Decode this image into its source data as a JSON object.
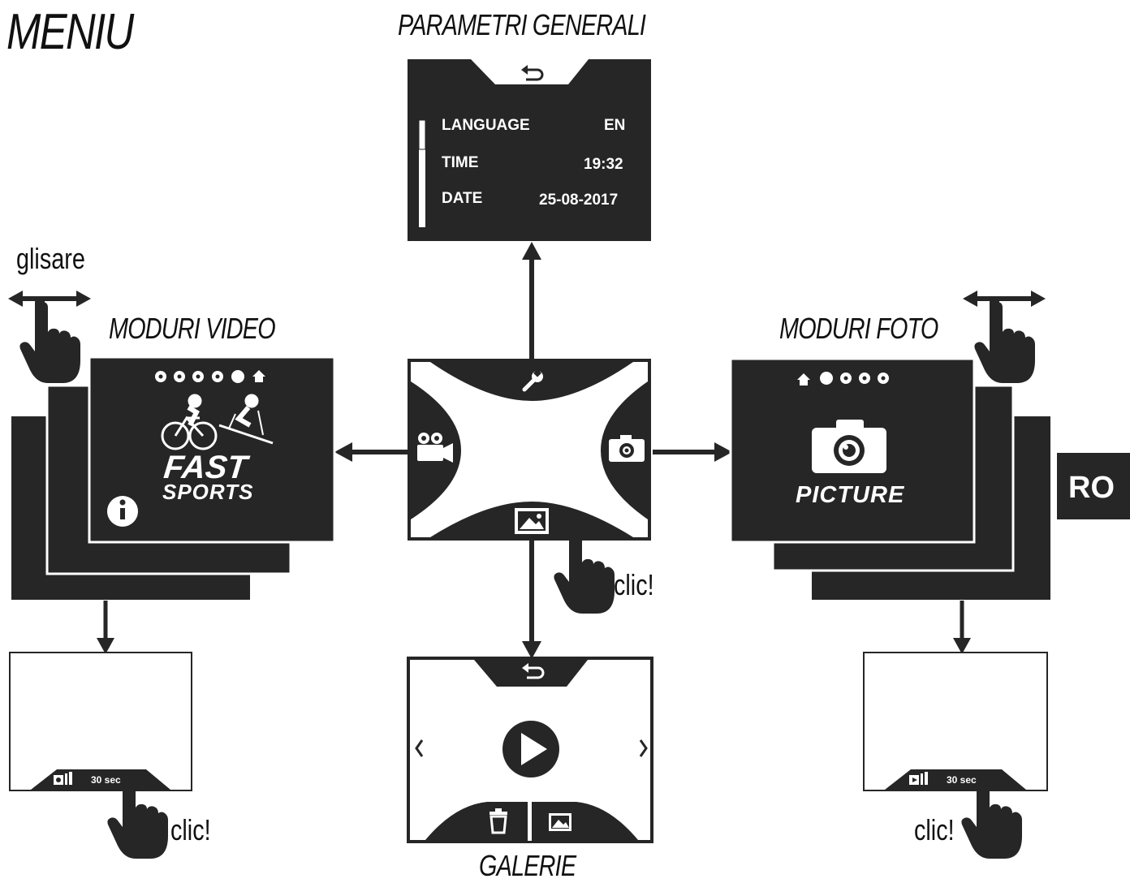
{
  "title": "MENIU",
  "sections": {
    "general": "PARAMETRI GENERALI",
    "video": "MODURI VIDEO",
    "photo": "MODURI FOTO",
    "gallery": "GALERIE"
  },
  "gestures": {
    "swipe": "glisare",
    "click_center": "clic!",
    "click_left": "clic!",
    "click_right": "clic!"
  },
  "settings": {
    "rows": [
      {
        "label": "LANGUAGE",
        "value": "EN"
      },
      {
        "label": "TIME",
        "value": "19:32"
      },
      {
        "label": "DATE",
        "value": "25-08-2017"
      }
    ]
  },
  "video_mode": {
    "line1": "FAST",
    "line2": "SPORTS"
  },
  "photo_mode": {
    "label": "PICTURE"
  },
  "preview": {
    "left_timer": "30 sec",
    "right_timer": "30 sec"
  },
  "lang_badge": "RO",
  "colors": {
    "dark": "#262626",
    "white": "#ffffff"
  }
}
